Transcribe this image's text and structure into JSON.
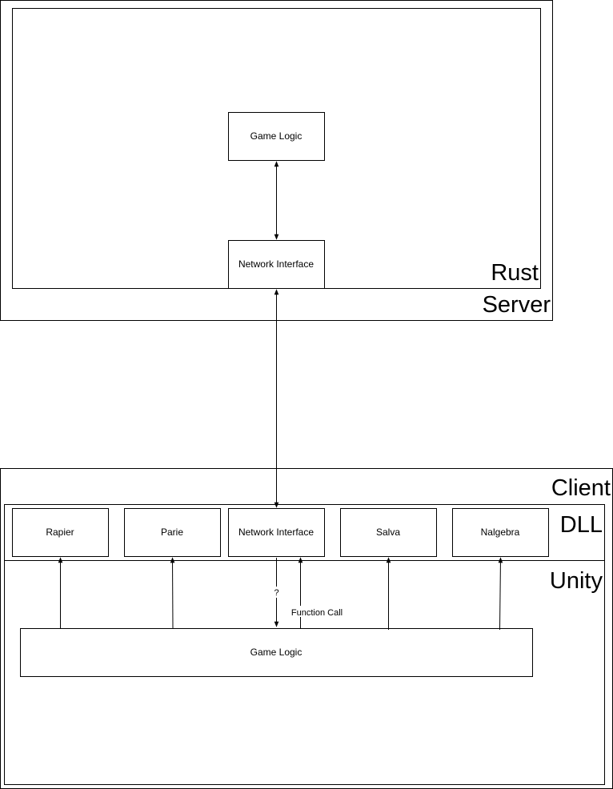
{
  "server": {
    "title_line1": "Rust",
    "title_line2": "Server",
    "game_logic": "Game Logic",
    "network_interface": "Network Interface"
  },
  "client": {
    "title": "Client",
    "dll": {
      "title": "DLL",
      "modules": [
        "Rapier",
        "Parie",
        "Network Interface",
        "Salva",
        "Nalgebra"
      ]
    },
    "unity": {
      "title": "Unity",
      "game_logic": "Game Logic",
      "question_label": "?",
      "function_call_label": "Function Call"
    }
  }
}
